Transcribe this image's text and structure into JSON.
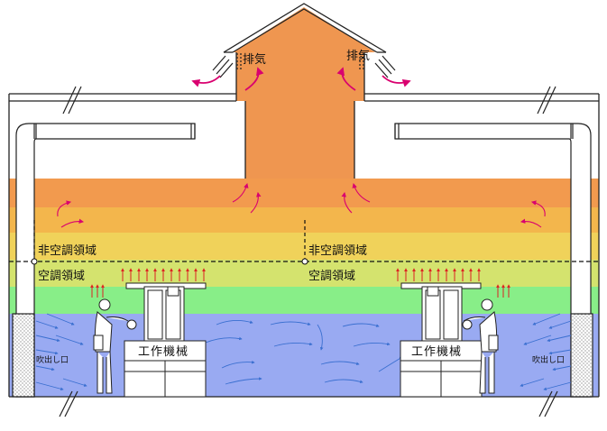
{
  "labels": {
    "exhaust": "排気",
    "non_conditioned_zone": "非空調領域",
    "conditioned_zone": "空調領域",
    "machine": "工作機械",
    "outlet": "吹出し口"
  },
  "colors": {
    "exhaust_duct": "#ef9650",
    "band_top": "#f29a4e",
    "band_2": "#f3b64c",
    "band_3": "#f0d25a",
    "band_4": "#d4e36e",
    "band_5": "#88ee88",
    "conditioned_blue": "#99aaf2",
    "warm_arrow": "#d9006f",
    "heat_arrow": "#dd2222",
    "cool_arrow": "#3a6fd0",
    "outline": "#222222"
  },
  "icons": [
    "warm-air-arrow-icon",
    "heat-rise-arrow-icon",
    "cool-air-arrow-icon",
    "worker-icon",
    "wall-break-icon"
  ]
}
